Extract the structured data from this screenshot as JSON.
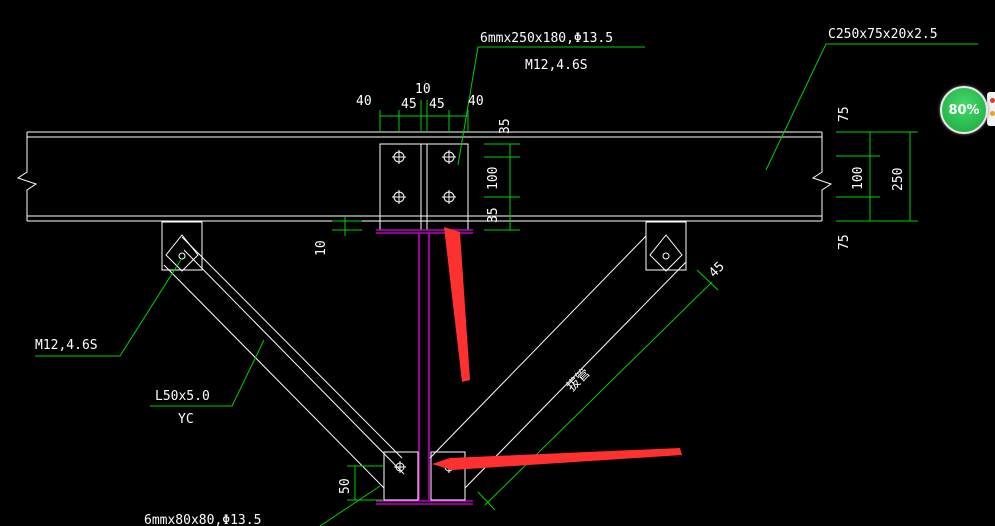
{
  "labels": {
    "plate_top": "6mmx250x180,Φ13.5",
    "bolt_top": "M12,4.6S",
    "purlin": "C250x75x20x2.5",
    "bolt_left": "M12,4.6S",
    "angle": "L50x5.0",
    "angle_code": "YC",
    "plate_bottom": "6mmx80x80,Φ13.5",
    "brace_text": "拔管"
  },
  "dims": {
    "d40a": "40",
    "d45a": "45",
    "d10top": "10",
    "d45b": "45",
    "d40b": "40",
    "d35a": "35",
    "d100": "100",
    "d35b": "35",
    "d10side": "10",
    "r75a": "75",
    "r100": "100",
    "r250": "250",
    "r75b": "75",
    "d45diag": "45",
    "d50": "50"
  },
  "badge": {
    "text": "80%"
  },
  "colors": {
    "line": "#ffffff",
    "dimension": "#00d000",
    "column": "#c000c0",
    "arrow": "#ff3030"
  }
}
